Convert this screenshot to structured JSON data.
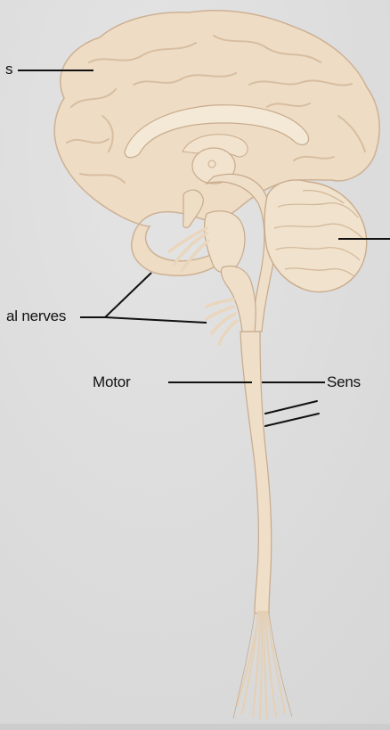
{
  "colors": {
    "background": "#dcdcdc",
    "tissue_fill": "#eddcc4",
    "tissue_stroke": "#c8a98a",
    "leader_line": "#111111"
  },
  "labels": {
    "cerebrum_partial": "s",
    "cranial_nerves_partial": "al nerves",
    "motor": "Motor",
    "sensory_partial": "Sens"
  }
}
